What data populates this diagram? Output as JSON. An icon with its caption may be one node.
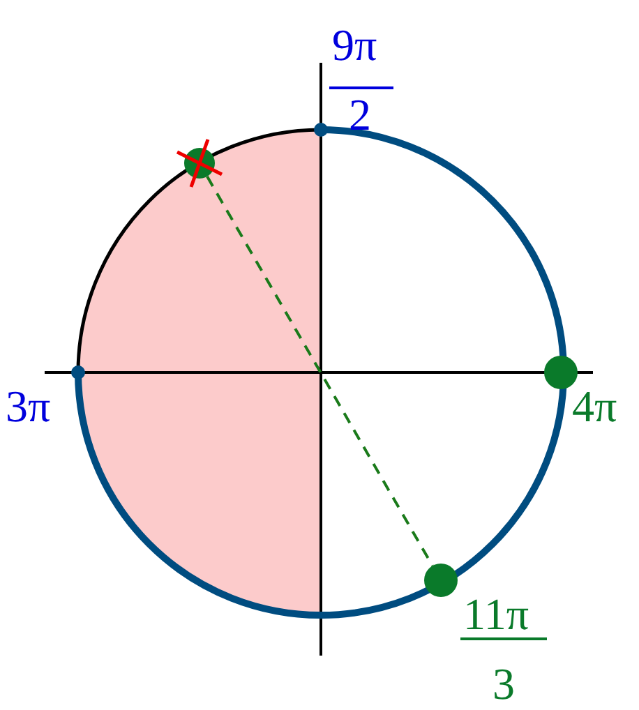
{
  "diagram": {
    "nodes": [
      {
        "text": [],
        "shape": "circle"
      },
      {
        "text": [],
        "shape": "circle"
      },
      {
        "text": [],
        "shape": "circle"
      },
      {
        "text": [],
        "shape": "circle"
      },
      {
        "text": [],
        "shape": "circle"
      }
    ],
    "edges": [
      {
        "from": 1,
        "to": 4,
        "arrow": "none",
        "style": "dashed",
        "color": "#1a7a1a"
      }
    ],
    "labels": [
      "9π",
      "2",
      "3π",
      "4π",
      "11π",
      "3"
    ]
  }
}
